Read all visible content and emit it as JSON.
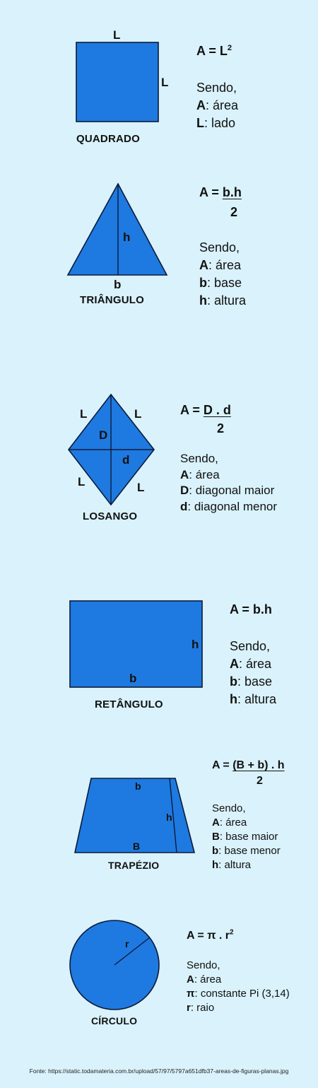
{
  "colors": {
    "background": "#d9f2fb",
    "shape_fill": "#1e7ae0",
    "outline": "#0c1a3a"
  },
  "square": {
    "name": "QUADRADO",
    "label_top": "L",
    "label_right": "L",
    "formula": {
      "lhs": "A = L",
      "exp": "2"
    },
    "intro": "Sendo,",
    "defs": [
      {
        "sym": "A",
        "text": ": área"
      },
      {
        "sym": "L",
        "text": ": lado"
      }
    ]
  },
  "triangle": {
    "name": "TRIÂNGULO",
    "label_h": "h",
    "label_b": "b",
    "formula": {
      "lhs": "A = ",
      "num": "b.h",
      "den": "2"
    },
    "intro": "Sendo,",
    "defs": [
      {
        "sym": "A",
        "text": ": área"
      },
      {
        "sym": "b",
        "text": ": base"
      },
      {
        "sym": "h",
        "text": ": altura"
      }
    ]
  },
  "rhombus": {
    "name": "LOSANGO",
    "label_side": "L",
    "label_D": "D",
    "label_d": "d",
    "formula": {
      "lhs": "A = ",
      "num": "D . d",
      "den": "2"
    },
    "intro": "Sendo,",
    "defs": [
      {
        "sym": "A",
        "text": ": área"
      },
      {
        "sym": "D",
        "text": ": diagonal maior"
      },
      {
        "sym": "d",
        "text": ": diagonal menor"
      }
    ]
  },
  "rectangle": {
    "name": "RETÂNGULO",
    "label_h": "h",
    "label_b": "b",
    "formula": {
      "lhs": "A = b.h"
    },
    "intro": "Sendo,",
    "defs": [
      {
        "sym": "A",
        "text": ": área"
      },
      {
        "sym": "b",
        "text": ": base"
      },
      {
        "sym": "h",
        "text": ": altura"
      }
    ]
  },
  "trapezoid": {
    "name": "TRAPÉZIO",
    "label_b": "b",
    "label_h": "h",
    "label_B": "B",
    "formula": {
      "lhs": "A = ",
      "num": "(B + b) . h",
      "den": "2"
    },
    "intro": "Sendo,",
    "defs": [
      {
        "sym": "A",
        "text": ": área"
      },
      {
        "sym": "B",
        "text": ": base maior"
      },
      {
        "sym": "b",
        "text": ": base menor"
      },
      {
        "sym": "h",
        "text": ": altura"
      }
    ]
  },
  "circle": {
    "name": "CÍRCULO",
    "label_r": "r",
    "formula": {
      "lhs": "A = π . r",
      "exp": "2"
    },
    "intro": "Sendo,",
    "defs": [
      {
        "sym": "A",
        "text": ": área"
      },
      {
        "sym": "π",
        "text": ": constante Pi (3,14)"
      },
      {
        "sym": "r",
        "text": ": raio"
      }
    ]
  },
  "footer": "Fonte: https://static.todamateria.com.br/upload/57/97/5797a651dfb37-areas-de-figuras-planas.jpg"
}
